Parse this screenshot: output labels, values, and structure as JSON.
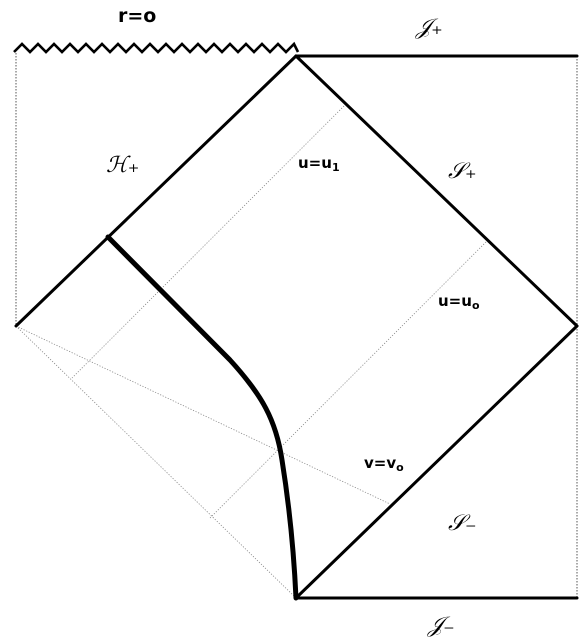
{
  "labels": {
    "singularity": "r=o",
    "scri_plus": "𝒥₊",
    "scri_minus": "𝒥₋",
    "horizon": "ℋ₊",
    "s_plus": "𝒮₊",
    "s_minus": "𝒮₋",
    "u1": "u=u",
    "u1_sub": "1",
    "u0": "u=u",
    "u0_sub": "o",
    "v0": "v=v",
    "v0_sub": "o"
  }
}
